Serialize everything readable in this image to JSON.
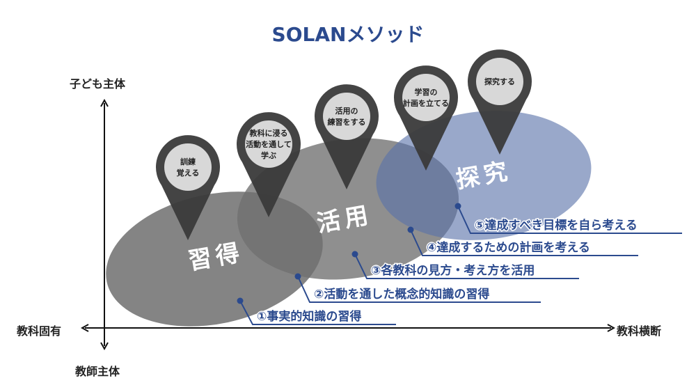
{
  "title": "SOLANメソッド",
  "axes": {
    "y_top": "子ども主体",
    "y_bottom": "教師主体",
    "x_left": "教科固有",
    "x_right": "教科横断"
  },
  "regions": [
    {
      "key": "shuutoku",
      "label": "習得",
      "color": "#6f6f6f",
      "opacity": 0.85
    },
    {
      "key": "katsuyou",
      "label": "活用",
      "color": "#6f6f6f",
      "opacity": 0.78
    },
    {
      "key": "tankyuu",
      "label": "探究",
      "color": "#5b73aa",
      "opacity": 0.62
    }
  ],
  "pins": [
    {
      "lines": [
        "訓練",
        "覚える"
      ]
    },
    {
      "lines": [
        "教科に浸る",
        "活動を通して",
        "学ぶ"
      ]
    },
    {
      "lines": [
        "活用の",
        "練習をする"
      ]
    },
    {
      "lines": [
        "学習の",
        "計画を立てる"
      ]
    },
    {
      "lines": [
        "探究する"
      ]
    }
  ],
  "stages": [
    "①事実的知識の習得",
    "②活動を通した概念的知識の習得",
    "③各教科の見方・考え方を活用",
    "④達成するための計画を考える",
    "⑤達成すべき目標を自ら考える"
  ],
  "colors": {
    "title": "#2b4a8e",
    "stage_text": "#2b4a8e",
    "dot": "#2b4a8e",
    "pin_body": "#3a3a3a",
    "pin_head": "#d8d8d8",
    "axis": "#111111"
  }
}
